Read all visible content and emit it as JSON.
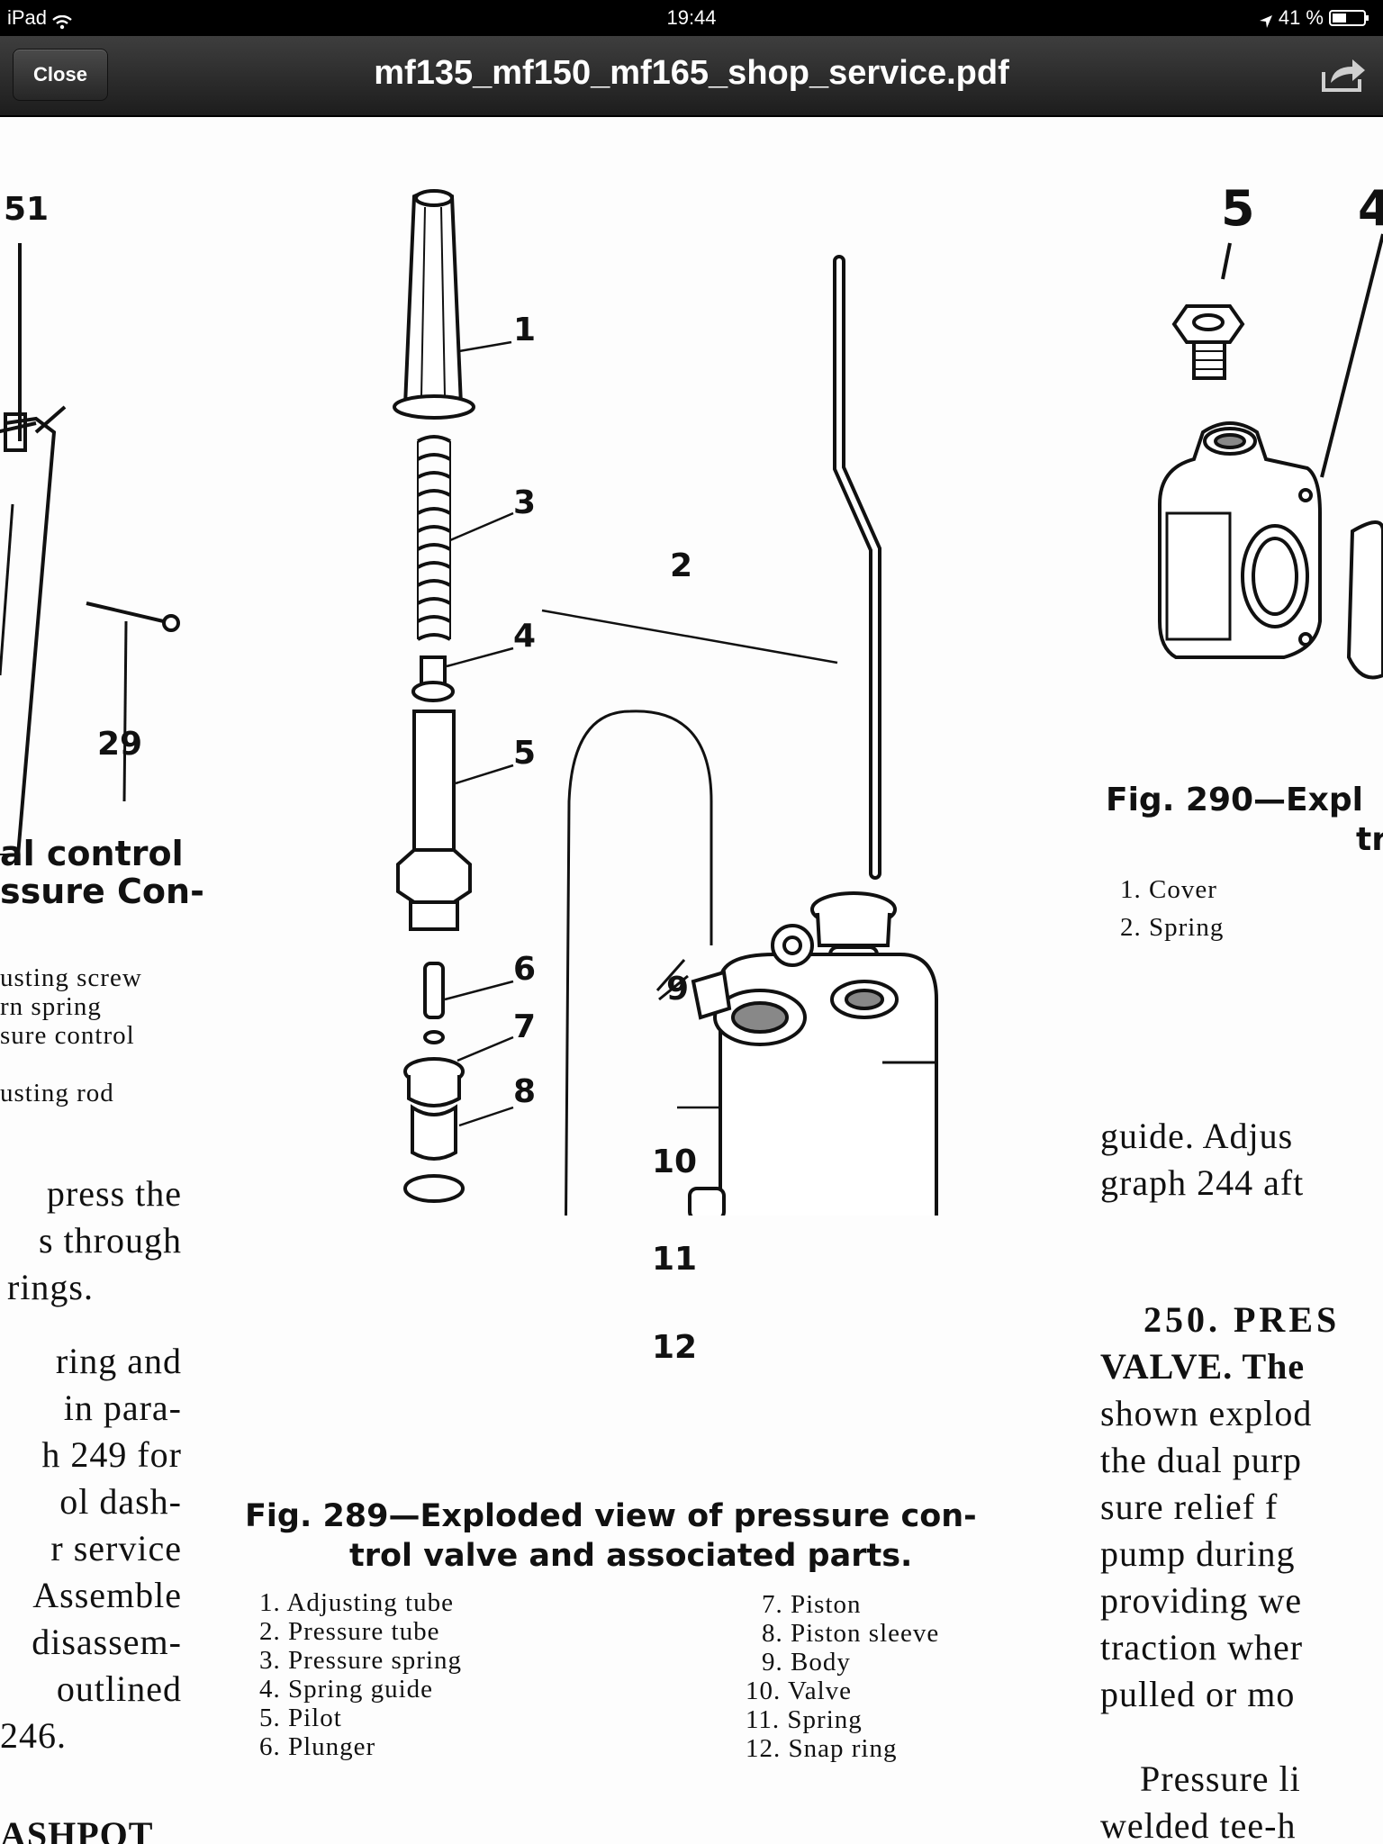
{
  "status_bar": {
    "carrier": "iPad",
    "time": "19:44",
    "battery": "41 %"
  },
  "nav": {
    "close_label": "Close",
    "title": "mf135_mf150_mf165_shop_service.pdf",
    "share_icon": "share-icon"
  },
  "left_column": {
    "labels": [
      "51",
      "29"
    ],
    "caption": [
      "al  control",
      "ssure Con-"
    ],
    "list": [
      "usting screw",
      "rn spring",
      "sure control",
      "usting rod"
    ],
    "body": [
      "press the",
      "s through",
      "rings.",
      "ring and",
      "in para-",
      "h 249 for",
      "ol  dash-",
      "r service",
      "Assemble",
      "disassem-",
      "outlined",
      "246.",
      "ASHPOT"
    ]
  },
  "fig289": {
    "part_labels": [
      "1",
      "2",
      "3",
      "4",
      "5",
      "6",
      "7",
      "8",
      "9",
      "10",
      "11",
      "12"
    ],
    "caption_line1": "Fig. 289—Exploded view of pressure con-",
    "caption_line2": "trol valve and associated parts.",
    "parts_left": [
      "1. Adjusting tube",
      "2. Pressure tube",
      "3. Pressure spring",
      "4. Spring guide",
      "5. Pilot",
      "6. Plunger"
    ],
    "parts_right": [
      "7. Piston",
      "8. Piston sleeve",
      "9. Body",
      "10. Valve",
      "11. Spring",
      "12. Snap ring"
    ]
  },
  "right_column": {
    "labels": [
      "5",
      "4"
    ],
    "caption_line1": "Fig. 290—Expl",
    "caption_line2": "tr",
    "list": [
      "1. Cover",
      "2. Spring"
    ],
    "body_a": [
      "guide.  Adjus",
      "graph  244  aft"
    ],
    "section": "250.  PRES",
    "body_b": [
      "VALVE.  The",
      "shown  explod",
      "the  dual  purp",
      "sure  relief  f",
      "pump  during",
      "providing  we",
      "traction  wher",
      "pulled  or  mo"
    ],
    "body_c": [
      "Pressure  li",
      "welded  tee-h"
    ]
  }
}
